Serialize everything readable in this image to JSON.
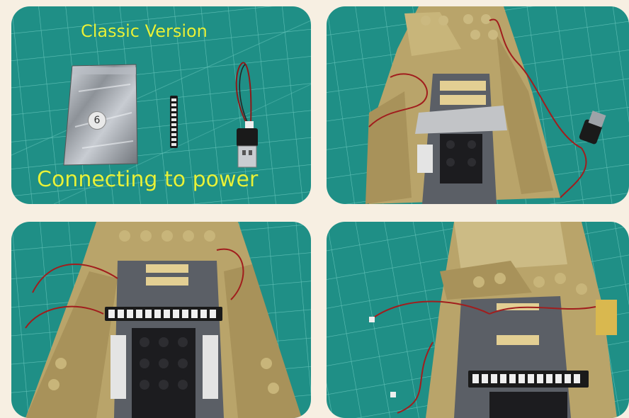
{
  "panel_1": {
    "caption_top": "Classic Version",
    "caption_bottom": "Connecting to power",
    "bag_number": "6"
  },
  "colors": {
    "page_background": "#f7efe2",
    "cutting_mat": "#1f8f86",
    "caption_text": "#e6f23a",
    "brick_tan": "#b9a46a",
    "brick_dark_gray": "#5b5f66",
    "brick_black": "#1c1c1f",
    "wire_red": "#a11d1d"
  }
}
